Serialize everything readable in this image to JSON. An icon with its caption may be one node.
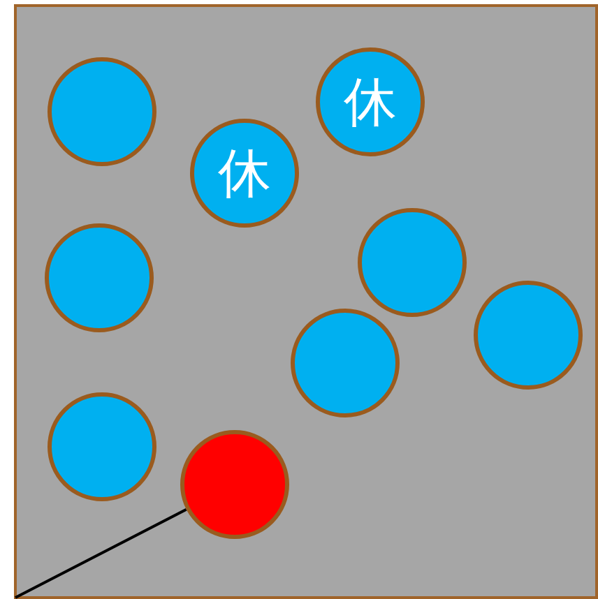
{
  "diagram": {
    "nodes": [
      {
        "text": [],
        "shape": "box"
      },
      {
        "text": [],
        "shape": "circle",
        "in": 0
      },
      {
        "text": [
          "休"
        ],
        "in": 0
      },
      {
        "text": [
          "休"
        ],
        "in": 0
      },
      {
        "text": [],
        "shape": "circle",
        "in": 0
      },
      {
        "text": [],
        "shape": "circle",
        "in": 0
      },
      {
        "text": [],
        "shape": "circle",
        "in": 0
      },
      {
        "text": [],
        "shape": "circle",
        "in": 0
      },
      {
        "text": [],
        "shape": "circle",
        "in": 0
      },
      {
        "text": [],
        "shape": "circle",
        "in": 0
      }
    ],
    "edges": [
      {
        "from": null,
        "to": 9,
        "arrow": "none"
      }
    ]
  }
}
